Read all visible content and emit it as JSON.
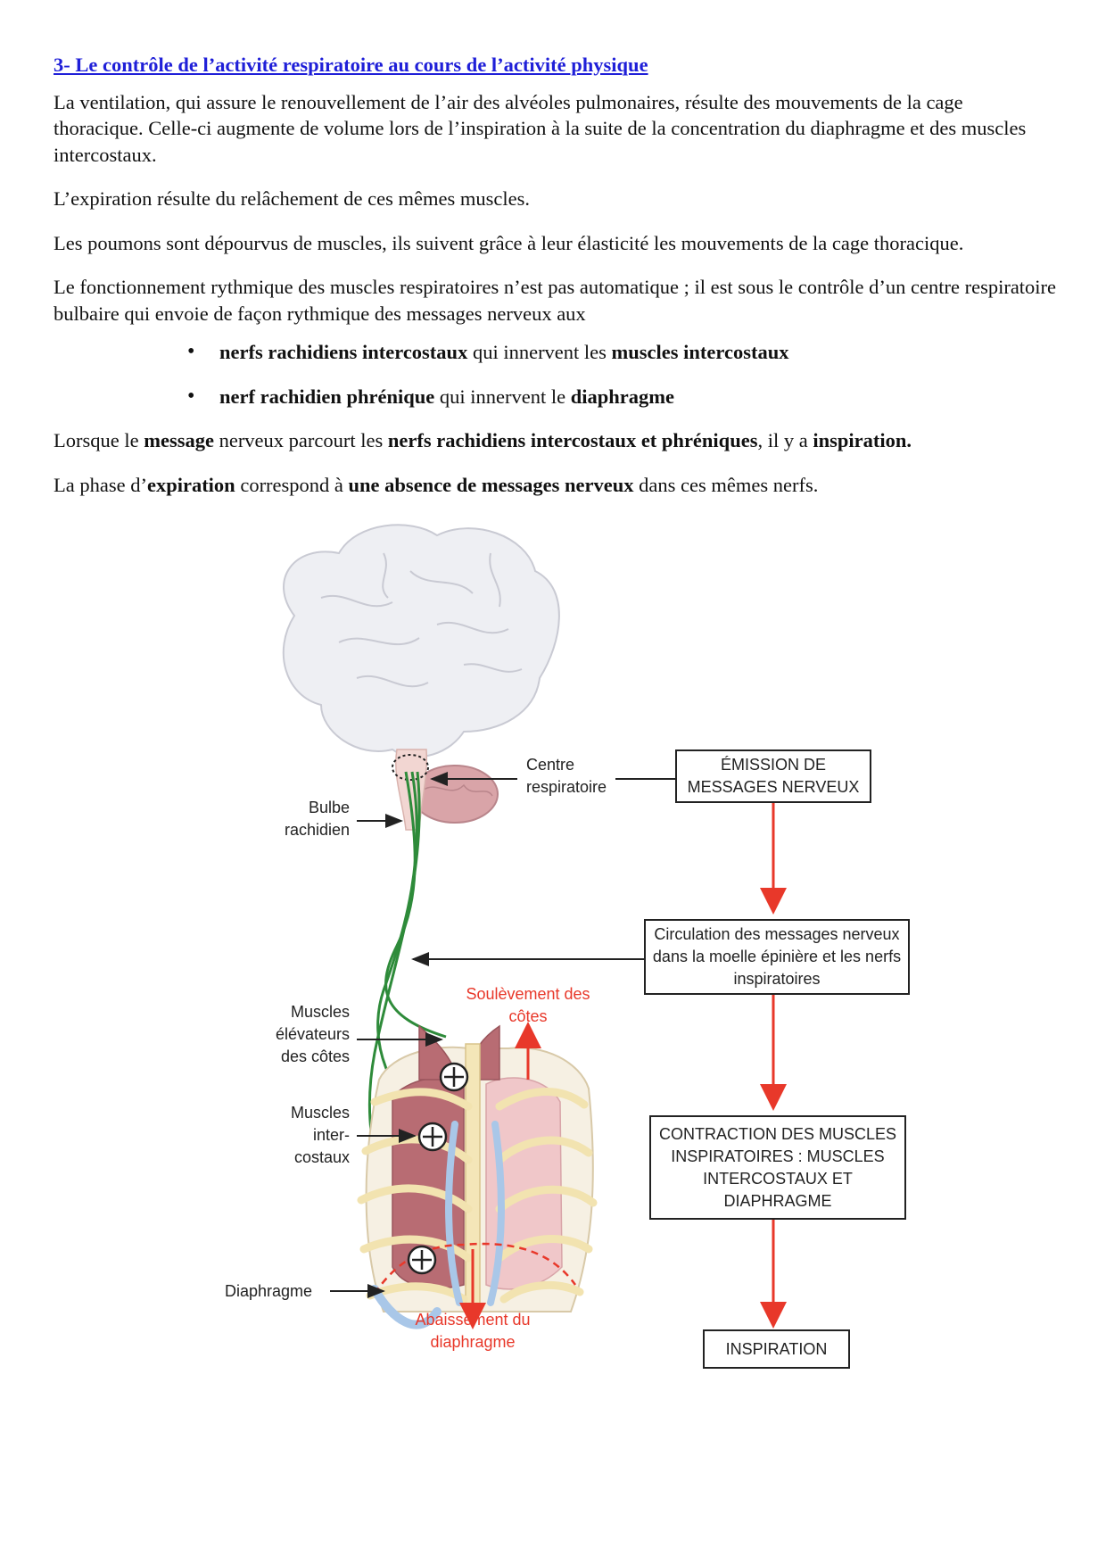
{
  "section": {
    "title": "3- Le contrôle de l’activité respiratoire au cours de l’activité physique",
    "p1": "La ventilation, qui assure le renouvellement de l’air des alvéoles pulmonaires, résulte des mouvements de la cage thoracique. Celle-ci augmente de volume lors de l’inspiration à la suite de la concentration du diaphragme et des muscles intercostaux.",
    "p2": "L’expiration résulte du relâchement de ces mêmes muscles.",
    "p3": "Les poumons sont dépourvus de muscles, ils suivent grâce à leur élasticité les mouvements de la cage thoracique.",
    "p4": "Le fonctionnement rythmique des muscles respiratoires n’est pas automatique ; il est sous le contrôle d’un centre respiratoire bulbaire qui envoie de façon rythmique des messages nerveux aux",
    "bullet1": {
      "b1": "nerfs rachidiens intercostaux",
      "t1": " qui innervent les ",
      "b2": "muscles intercostaux"
    },
    "bullet2": {
      "b1": "nerf rachidien phrénique",
      "t1": " qui innervent le ",
      "b2": "diaphragme"
    },
    "p5": {
      "t1": "Lorsque le ",
      "b1": "message",
      "t2": " nerveux parcourt les ",
      "b2": "nerfs rachidiens intercostaux et phréniques",
      "t3": ", il y a ",
      "b3": "inspiration."
    },
    "p6": {
      "t1": "La phase d’",
      "b1": "expiration",
      "t2": " correspond à ",
      "b2": "une absence de messages nerveux",
      "t3": " dans ces mêmes nerfs."
    }
  },
  "figure": {
    "labels": {
      "centre": "Centre respiratoire",
      "bulbe": "Bulbe rachidien",
      "elevateurs": "Muscles élévateurs des côtes",
      "intercostaux": "Muscles inter- costaux",
      "diaphragme": "Diaphragme",
      "soulevement": "Soulèvement des côtes",
      "abaissement": "Abaissement du diaphragme"
    },
    "boxes": {
      "emission": "ÉMISSION DE MESSAGES NERVEUX",
      "circulation": "Circulation des messages nerveux dans la moelle épinière et les nerfs inspiratoires",
      "contraction": "CONTRACTION DES MUSCLES INSPIRATOIRES : MUSCLES INTERCOSTAUX ET DIAPHRAGME",
      "inspiration": "INSPIRATION"
    },
    "colors": {
      "arrow": "#e8382a",
      "nerve": "#2e8b3a",
      "title": "#1f1fd8"
    }
  }
}
